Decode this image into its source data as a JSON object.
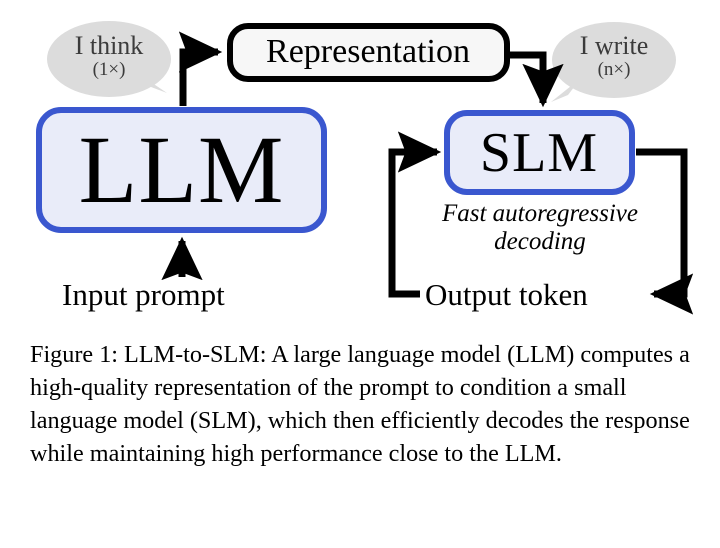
{
  "figure": {
    "background_color": "#ffffff",
    "blocks": {
      "llm": {
        "label": "LLM",
        "fill": "#e9ecf9",
        "border": "#3a57cf"
      },
      "slm": {
        "label": "SLM",
        "fill": "#e9ecf9",
        "border": "#3a57cf"
      },
      "representation": {
        "label": "Representation",
        "fill": "#f7f7f7",
        "border": "#000000"
      }
    },
    "bubbles": {
      "left": {
        "text": "I think",
        "count": "(1×)",
        "fill": "#dcdcdc",
        "text_color": "#3b3b3b"
      },
      "right": {
        "text": "I write",
        "count": "(n×)",
        "fill": "#dcdcdc",
        "text_color": "#3b3b3b"
      }
    },
    "labels": {
      "input_prompt": "Input prompt",
      "output_token": "Output token",
      "decoding_note_line1": "Fast autoregressive",
      "decoding_note_line2": "decoding"
    },
    "arrows": [
      {
        "name": "input-to-llm",
        "from": "Input prompt",
        "to": "LLM"
      },
      {
        "name": "llm-to-representation",
        "from": "LLM",
        "to": "Representation"
      },
      {
        "name": "representation-to-slm",
        "from": "Representation",
        "to": "SLM"
      },
      {
        "name": "slm-to-output-token",
        "from": "SLM",
        "to": "Output token"
      },
      {
        "name": "output-token-to-slm",
        "from": "Output token",
        "to": "SLM"
      }
    ]
  },
  "caption": {
    "text": "Figure 1: LLM-to-SLM: A large language model (LLM) computes a high-quality representation of the prompt to condition a small language model (SLM), which then efficiently decodes the response while maintaining high performance close to the LLM."
  }
}
